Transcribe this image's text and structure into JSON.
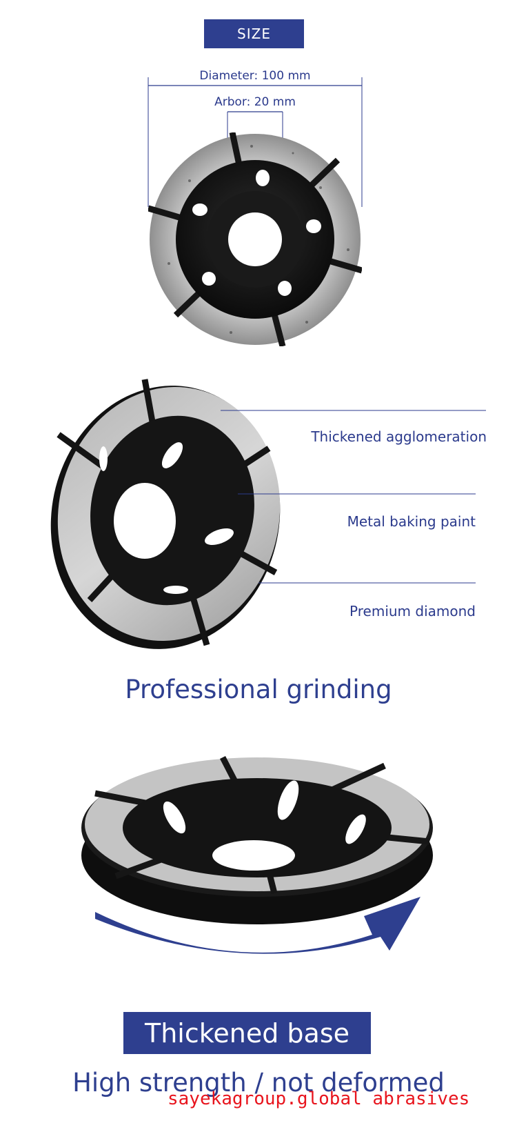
{
  "size_section": {
    "banner_label": "SIZE",
    "diameter_label": "Diameter: 100 mm",
    "arbor_label": "Arbor: 20 mm"
  },
  "features_section": {
    "labels": [
      "Thickened agglomeration",
      "Metal baking paint",
      "Premium diamond"
    ],
    "headline": "Professional grinding"
  },
  "base_section": {
    "banner_label": "Thickened base",
    "headline": "High strength / not deformed"
  },
  "watermark": "sayekagroup.global abrasives",
  "colors": {
    "brand_blue": "#2e3f8f",
    "label_blue": "#2b3a8c",
    "watermark_red": "#e8141d"
  }
}
